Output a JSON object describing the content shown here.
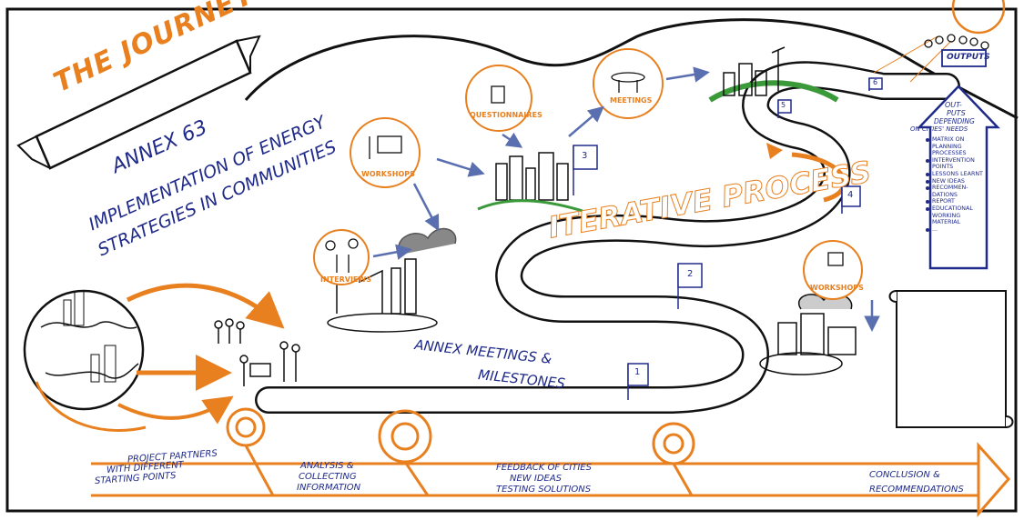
{
  "banner": {
    "title": "THE JOURNEY"
  },
  "subtitle": {
    "annex": "ANNEX 63",
    "line1": "IMPLEMENTATION OF ENERGY",
    "line2": "STRATEGIES IN COMMUNITIES"
  },
  "road": {
    "label": "ITERATIVE PROCESS",
    "milestones_line1": "ANNEX MEETINGS &",
    "milestones_line2": "MILESTONES"
  },
  "nodes": {
    "interviews": "INTERVIEWS",
    "workshops": "WORKSHOPS",
    "questionnaires": "QUESTIONNAIRES",
    "meetings": "MEETINGS",
    "workshops2": "WORKSHOPS"
  },
  "flags": [
    "1",
    "2",
    "3",
    "4",
    "5",
    "6"
  ],
  "outputs": {
    "sign": "OUTPUTS",
    "header1": "OUT-",
    "header2": "PUTS",
    "header3": "DEPENDING",
    "header4": "ON CITIES' NEEDS",
    "items": [
      "MATRIX ON PLANNING PROCESSES",
      "INTERVENTION POINTS",
      "LESSONS LEARNT",
      "NEW IDEAS",
      "RECOMMEN-DATIONS",
      "REPORT",
      "EDUCATIONAL WORKING MATERIAL",
      "..."
    ]
  },
  "timeline": {
    "stage1_l1": "PROJECT PARTNERS",
    "stage1_l2": "WITH DIFFERENT",
    "stage1_l3": "STARTING POINTS",
    "stage2_l1": "ANALYSIS &",
    "stage2_l2": "COLLECTING",
    "stage2_l3": "INFORMATION",
    "stage3_l1": "FEEDBACK OF CITIES",
    "stage3_l2": "NEW IDEAS",
    "stage3_l3": "TESTING SOLUTIONS",
    "stage4_l1": "CONCLUSION &",
    "stage4_l2": "RECOMMENDATIONS"
  },
  "colors": {
    "navy": "#1f2a8a",
    "orange": "#e8801f",
    "ink": "#111111",
    "green": "#3a9a3a"
  }
}
